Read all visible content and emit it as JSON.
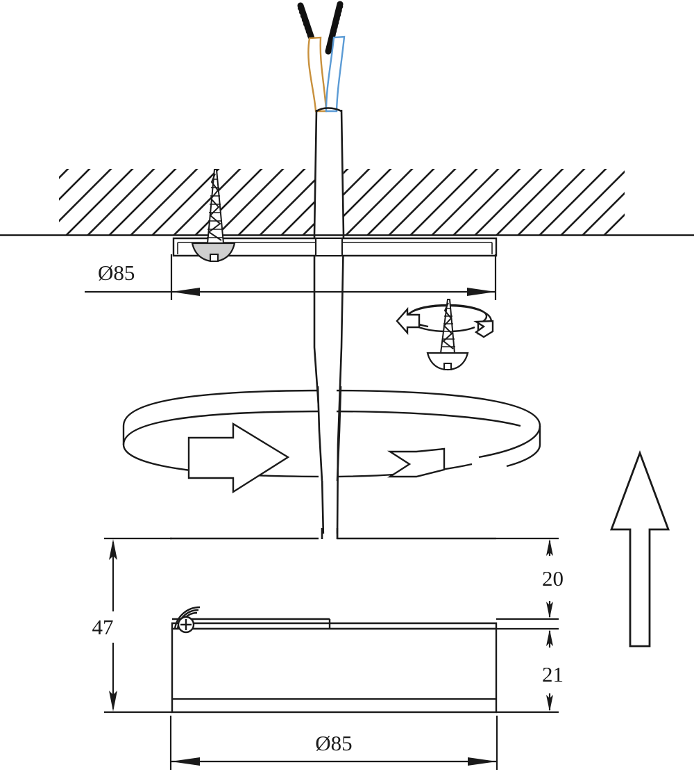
{
  "drawing": {
    "title": "Recessed ceiling downlight installation detail",
    "type": "technical-installation-drawing",
    "units": "mm",
    "line_color": "#1a1a1a",
    "background_color": "#ffffff"
  },
  "dimensions": {
    "ceiling_cutout_diameter": "Ø85",
    "fixture_diameter": "Ø85",
    "total_height": "47",
    "upper_section_height": "20",
    "lower_section_height": "21"
  },
  "labels": {
    "cutout_diameter": "Ø85",
    "body_diameter": "Ø85",
    "overall_height": "47",
    "spring_gap": "20",
    "housing_depth": "21"
  },
  "wires": {
    "live": {
      "name": "brown-wire",
      "color": "#c8903c",
      "tip_color": "#111111"
    },
    "neutral": {
      "name": "blue-wire",
      "color": "#5b9bd5",
      "tip_color": "#111111"
    },
    "sheath": {
      "name": "cable-sheath",
      "color": "#ffffff",
      "outline": "#1a1a1a"
    }
  },
  "components": {
    "ceiling": {
      "name": "ceiling-slab",
      "hatch_angle_deg": 45,
      "hatch_color": "#1a1a1a"
    },
    "mounting_plate": {
      "name": "mounting-plate"
    },
    "screw": {
      "name": "mounting-screw",
      "head_color": "#d0d0d0"
    },
    "fixture_body": {
      "name": "fixture-body"
    },
    "rotation_arrow_large": {
      "name": "rotation-arrow",
      "direction": "clockwise"
    },
    "rotation_arrow_small": {
      "name": "screw-rotation-arrow",
      "direction": "clockwise"
    },
    "push_arrow": {
      "name": "push-up-arrow",
      "direction": "up"
    }
  }
}
